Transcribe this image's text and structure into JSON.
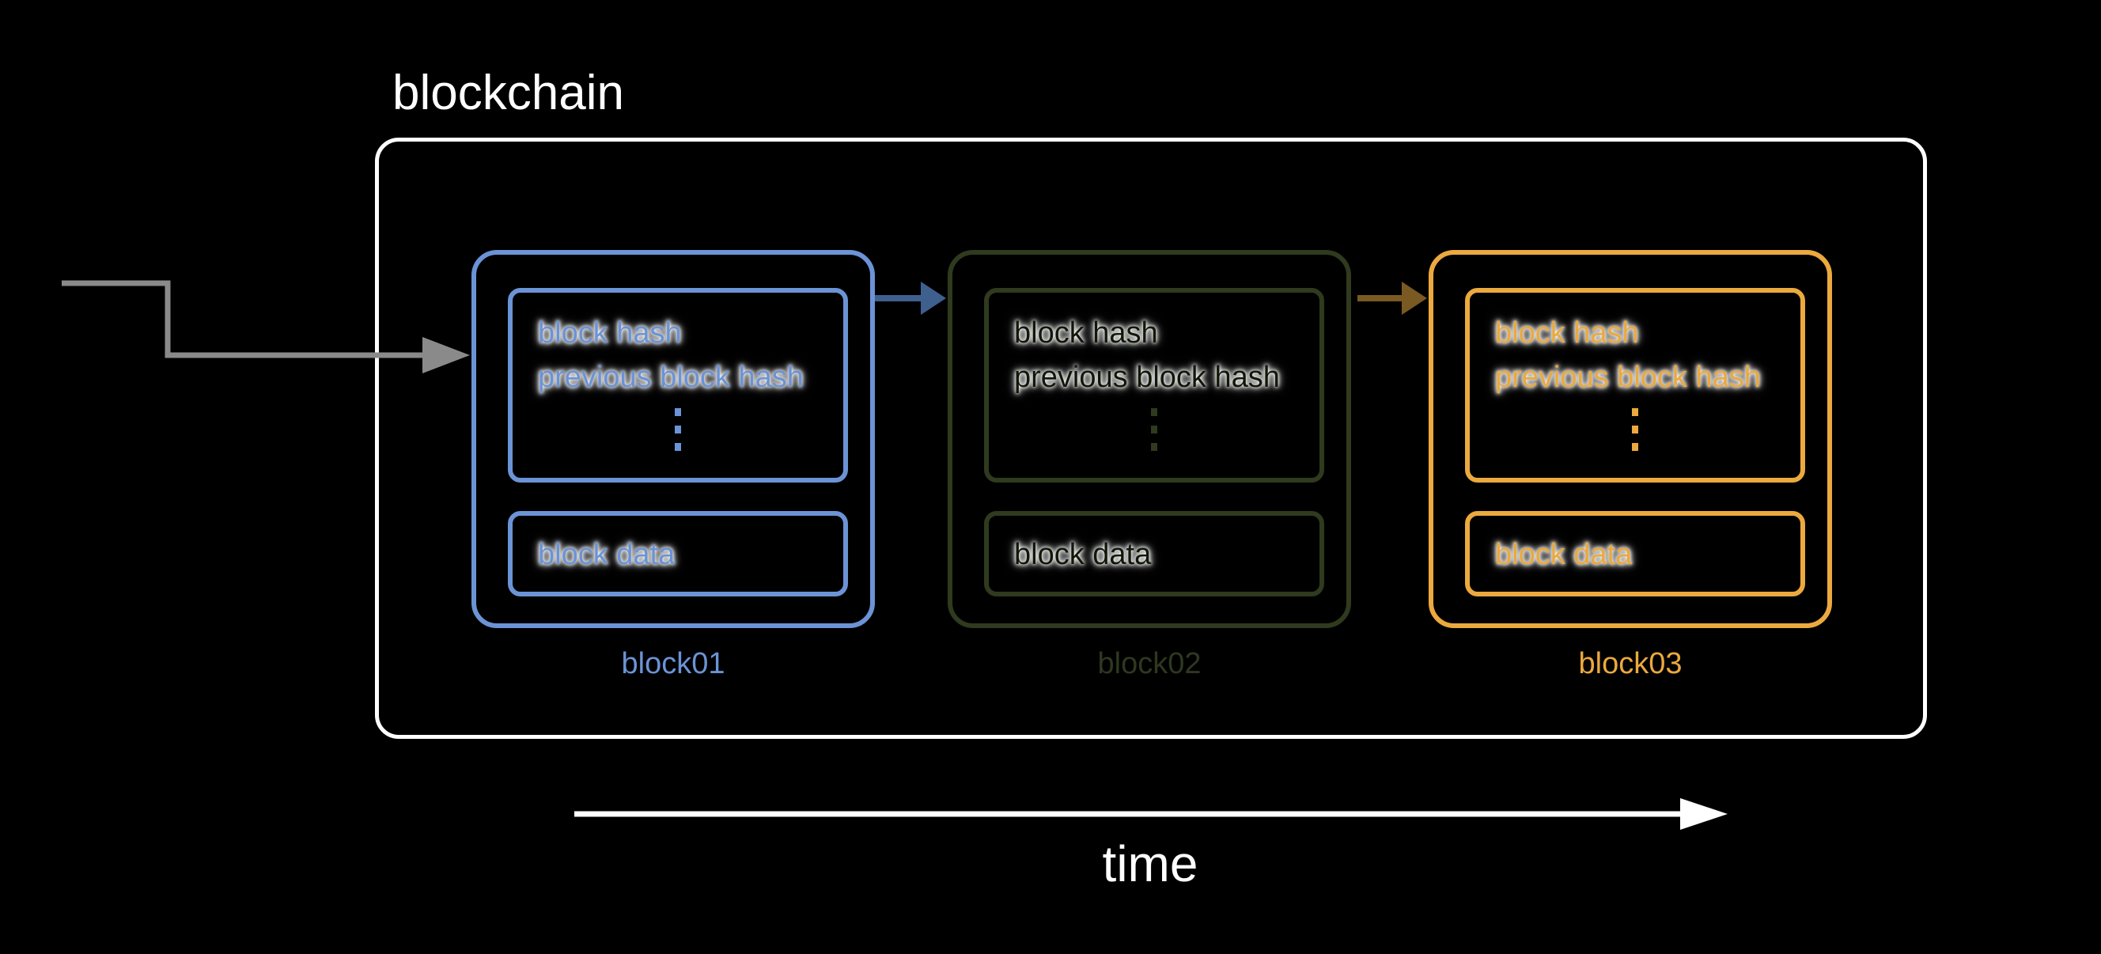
{
  "diagram": {
    "title": "blockchain",
    "axis_label": "time",
    "colors": {
      "background": "#000000",
      "container": "#ffffff",
      "entry_arrow": "#8a8a8a",
      "time_arrow": "#ffffff"
    },
    "blocks": [
      {
        "label": "block01",
        "color": "#6b93d6",
        "text_color": "#6b93d6",
        "label_color": "#6b93d6",
        "hash": "block hash",
        "previous_hash": "previous block hash",
        "data": "block data"
      },
      {
        "label": "block02",
        "color": "#2f3a1e",
        "text_color": "#111708",
        "label_color": "#2e3820",
        "hash": "block hash",
        "previous_hash": "previous block hash",
        "data": "block data"
      },
      {
        "label": "block03",
        "color": "#eba93e",
        "text_color": "#eba93e",
        "label_color": "#eba93e",
        "hash": "block hash",
        "previous_hash": "previous block hash",
        "data": "block data"
      }
    ],
    "links": [
      {
        "from": "block01",
        "to": "block02",
        "color": "#3f5f8f"
      },
      {
        "from": "block02",
        "to": "block03",
        "color": "#7a5a22"
      }
    ]
  }
}
